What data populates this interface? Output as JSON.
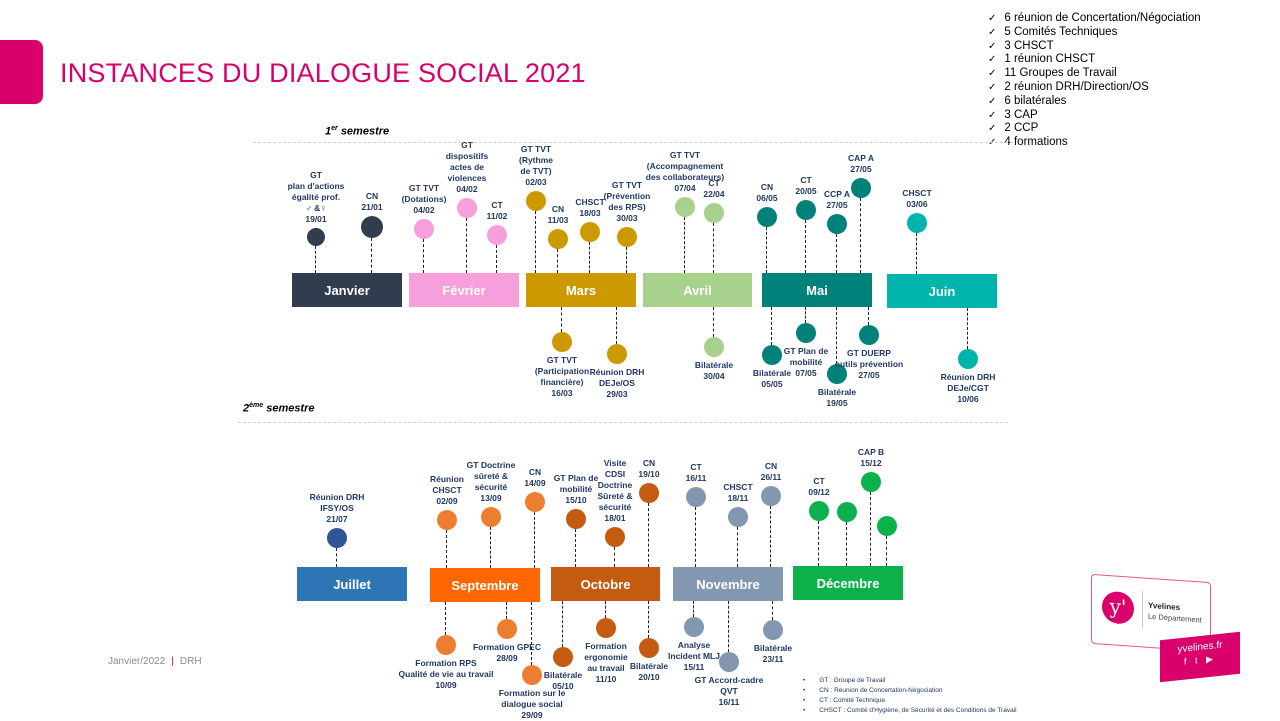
{
  "title": "INSTANCES DU DIALOGUE SOCIAL 2021",
  "summary": [
    "6 réunion de Concertation/Négociation",
    "5 Comités Techniques",
    "3 CHSCT",
    "1 réunion CHSCT",
    "11 Groupes de Travail",
    "2 réunion DRH/Direction/OS",
    "6 bilatérales",
    "3 CAP",
    "2 CCP",
    "4 formations"
  ],
  "semesters": [
    {
      "num": "1",
      "sup": "er",
      "label": "semestre"
    },
    {
      "num": "2",
      "sup": "ème",
      "label": "semestre"
    }
  ],
  "months": [
    {
      "name": "Janvier",
      "color": "#323c4f",
      "dot": "#323c4f",
      "events": [
        {
          "label": "GT\nplan d'actions\négalité prof.\n♂ &♀\n19/01",
          "pos": "above"
        },
        {
          "label": "CN\n21/01",
          "pos": "above"
        }
      ]
    },
    {
      "name": "Février",
      "color": "#f79fdc",
      "dot": "#f79fdc",
      "events": [
        {
          "label": "GT  TVT\n(Dotations)\n04/02",
          "pos": "above"
        },
        {
          "label": "GT\ndispositifs\nactes de\nviolences\n04/02",
          "pos": "above"
        },
        {
          "label": "CT\n11/02",
          "pos": "above"
        }
      ]
    },
    {
      "name": "Mars",
      "color": "#cc9900",
      "dot": "#cc9900",
      "events": [
        {
          "label": "GT TVT\n(Rythme\nde TVT)\n02/03",
          "pos": "above"
        },
        {
          "label": "CN\n11/03",
          "pos": "above"
        },
        {
          "label": "CHSCT\n18/03",
          "pos": "above"
        },
        {
          "label": "GT TVT\n(Prévention\ndes RPS)\n30/03",
          "pos": "above"
        },
        {
          "label": "GT TVT\n(Participation\nfinancière)\n16/03",
          "pos": "below"
        },
        {
          "label": "Réunion  DRH\nDEJe/OS\n29/03",
          "pos": "below"
        }
      ]
    },
    {
      "name": "Avril",
      "color": "#a9d18e",
      "dot": "#a9d18e",
      "events": [
        {
          "label": "GT TVT\n(Accompagnement\ndes collaborateurs)\n07/04",
          "pos": "above"
        },
        {
          "label": "CT\n22/04",
          "pos": "above"
        },
        {
          "label": "Bilatérale\n30/04",
          "pos": "below"
        }
      ]
    },
    {
      "name": "Mai",
      "color": "#00827a",
      "dot": "#00827a",
      "events": [
        {
          "label": "CN\n06/05",
          "pos": "above"
        },
        {
          "label": "CT\n20/05",
          "pos": "above"
        },
        {
          "label": "CCP A\n27/05",
          "pos": "above"
        },
        {
          "label": "CAP A\n27/05",
          "pos": "above"
        },
        {
          "label": "Bilatérale\n05/05",
          "pos": "below"
        },
        {
          "label": "GT Plan de\nmobilité\n07/05",
          "pos": "below"
        },
        {
          "label": "Bilatérale\n19/05",
          "pos": "below"
        },
        {
          "label": "GT DUERP\noutils prévention\n27/05",
          "pos": "below"
        }
      ]
    },
    {
      "name": "Juin",
      "color": "#00b4ae",
      "dot": "#00b4ae",
      "events": [
        {
          "label": "CHSCT\n03/06",
          "pos": "above"
        },
        {
          "label": "Réunion  DRH\nDEJe/CGT\n10/06",
          "pos": "below"
        }
      ]
    },
    {
      "name": "Juillet",
      "color": "#2e75b6",
      "dot": "#2f5597",
      "events": [
        {
          "label": "Réunion  DRH\nIFSY/OS\n21/07",
          "pos": "above"
        }
      ]
    },
    {
      "name": "Septembre",
      "color": "#ff6600",
      "dot": "#ed7d31",
      "events": [
        {
          "label": "Réunion\nCHSCT\n02/09",
          "pos": "above"
        },
        {
          "label": "GT Doctrine\nsûreté &\nsécurité\n13/09",
          "pos": "above"
        },
        {
          "label": "CN\n14/09",
          "pos": "above"
        },
        {
          "label": "Formation RPS\nQualité de vie au travail\n10/09",
          "pos": "below"
        },
        {
          "label": "Formation GPEC\n28/09",
          "pos": "below"
        },
        {
          "label": "Formation sur le\ndialogue social\n29/09",
          "pos": "below"
        }
      ]
    },
    {
      "name": "Octobre",
      "color": "#c55a11",
      "dot": "#c55a11",
      "events": [
        {
          "label": "GT Plan de\nmobilité\n15/10",
          "pos": "above"
        },
        {
          "label": "Visite\nCDSI\nDoctrine\nSûreté &\nsécurité\n18/01",
          "pos": "above"
        },
        {
          "label": "CN\n19/10",
          "pos": "above"
        },
        {
          "label": "Bilatérale\n05/10",
          "pos": "below"
        },
        {
          "label": "Formation\nergonomie\nau travail\n11/10",
          "pos": "below"
        },
        {
          "label": "Bilatérale\n20/10",
          "pos": "below"
        }
      ]
    },
    {
      "name": "Novembre",
      "color": "#8497b0",
      "dot": "#8497b0",
      "events": [
        {
          "label": "CT\n16/11",
          "pos": "above"
        },
        {
          "label": "CHSCT\n18/11",
          "pos": "above"
        },
        {
          "label": "CN\n26/11",
          "pos": "above"
        },
        {
          "label": "Analyse\nIncident  MLJ\n15/11",
          "pos": "below"
        },
        {
          "label": "GT Accord-cadre\nQVT\n16/11",
          "pos": "below"
        },
        {
          "label": "Bilatérale\n23/11",
          "pos": "below"
        }
      ]
    },
    {
      "name": "Décembre",
      "color": "#0db14b",
      "dot": "#0db14b",
      "events": [
        {
          "label": "CT\n09/12",
          "pos": "above"
        },
        {
          "label": "",
          "pos": "above"
        },
        {
          "label": "CAP B\n15/12",
          "pos": "above"
        },
        {
          "label": "",
          "pos": "above"
        }
      ]
    }
  ],
  "footer": {
    "date": "Janvier/2022",
    "dept": "DRH"
  },
  "legend": [
    "GT : Groupe de Travail",
    "CN : Réunion de Concertation-Négociation",
    "CT : Comité Technique",
    "CHSCT : Comité d'Hygiène, de Sécurité et des Conditions de Travail"
  ],
  "logo": {
    "mark": "y'",
    "name": "Yvelines",
    "subtitle": "Le Département",
    "url": "yvelines.fr",
    "social": "f t ▶"
  },
  "brand_color": "#d9006c"
}
